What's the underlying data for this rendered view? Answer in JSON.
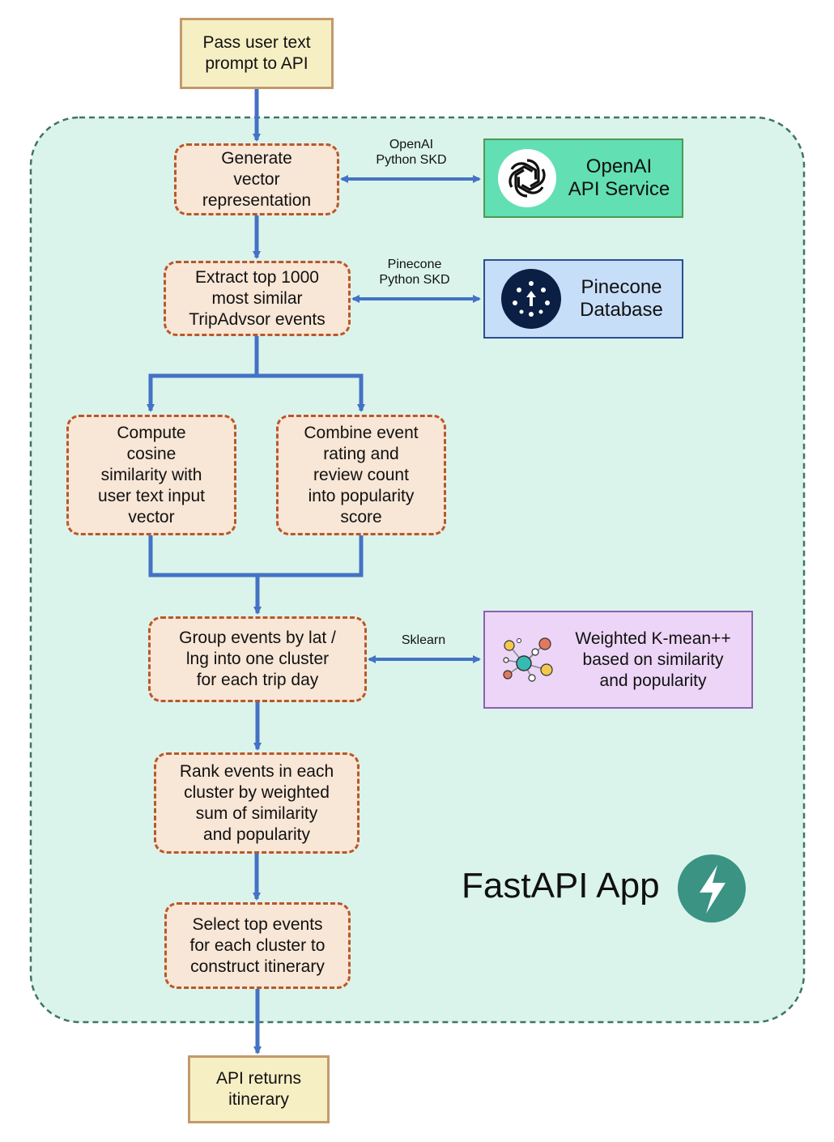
{
  "container": {
    "label": "FastAPI App",
    "icon": "fastapi-lightning-icon"
  },
  "nodes": {
    "input": "Pass user text\nprompt to API",
    "generate": "Generate\nvector\nrepresentation",
    "extract": "Extract top 1000\nmost similar\nTripAdvsor events",
    "cosine": "Compute\ncosine\nsimilarity with\nuser text input\nvector",
    "popularity": "Combine event\nrating and\nreview count\ninto popularity\nscore",
    "group": "Group events by lat /\nlng  into one cluster\nfor each trip day",
    "rank": "Rank events in each\ncluster by weighted\nsum of similarity\nand popularity",
    "select": "Select top events\nfor each cluster to\nconstruct itinerary",
    "output": "API returns\nitinerary"
  },
  "services": {
    "openai": {
      "label": "OpenAI\nAPI Service",
      "icon": "openai-logo-icon"
    },
    "pinecone": {
      "label": "Pinecone\nDatabase",
      "icon": "pinecone-logo-icon"
    },
    "kmeans": {
      "label": "Weighted K-mean++\nbased on similarity\nand popularity",
      "icon": "cluster-graph-icon"
    }
  },
  "edge_labels": {
    "openai": "OpenAI\nPython SKD",
    "pinecone": "Pinecone\nPython SKD",
    "sklearn": "Sklearn"
  },
  "colors": {
    "arrow": "#4472c4",
    "container_fill": "#daf4ec",
    "container_border": "#3f7468",
    "fastapi": "#3a9383"
  }
}
